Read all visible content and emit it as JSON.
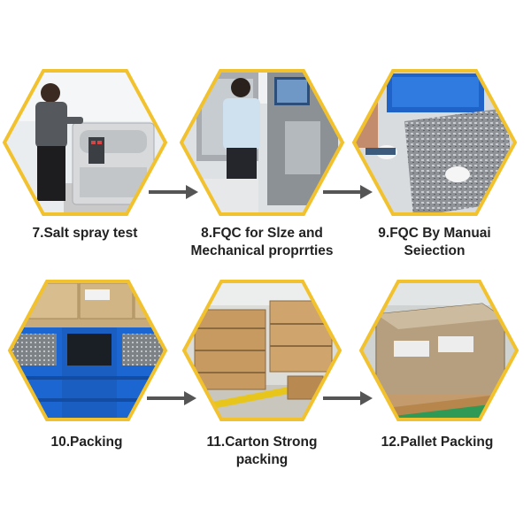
{
  "steps": [
    {
      "caption_lines": [
        "7.Salt spray test"
      ]
    },
    {
      "caption_lines": [
        "8.FQC for Slze and",
        "Mechanical proprrties"
      ]
    },
    {
      "caption_lines": [
        "9.FQC By Manuai",
        "Seiection"
      ]
    },
    {
      "caption_lines": [
        "10.Packing"
      ]
    },
    {
      "caption_lines": [
        "11.Carton Strong",
        "packing"
      ]
    },
    {
      "caption_lines": [
        "12.Pallet Packing"
      ]
    }
  ],
  "colors": {
    "hex_border": "#f2c22e",
    "arrow": "#555555",
    "caption": "#222222"
  }
}
